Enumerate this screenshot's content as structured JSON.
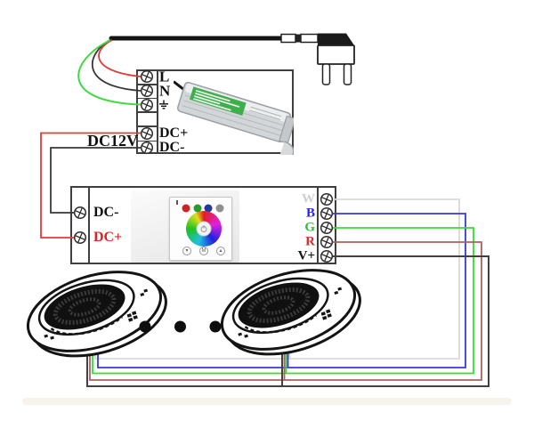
{
  "diagram": {
    "power_supply": {
      "terminals": {
        "line": "L",
        "neutral": "N",
        "dc_plus": "DC+",
        "dc_minus": "DC-"
      },
      "voltage_label": "DC12V"
    },
    "controller": {
      "inputs": {
        "dc_minus": "DC-",
        "dc_plus": "DC+"
      },
      "outputs": {
        "w": "W",
        "b": "B",
        "g": "G",
        "r": "R",
        "v_plus": "V+"
      },
      "touch_panel": {
        "mode_button": "M"
      }
    },
    "colors": {
      "ac_live": "#e23b3b",
      "ac_neutral": "#383838",
      "ac_earth": "#43d843",
      "dc_plus": "#e23b3b",
      "dc_minus": "#383838",
      "out_w": "#d9d9d9",
      "out_b": "#3737e2",
      "out_g": "#36dd36",
      "out_r": "#a96262",
      "out_v": "#414141",
      "label_w": "#cfcfcf",
      "label_b": "#2626dd",
      "label_g": "#2fbe2f",
      "label_r": "#d23131",
      "label_v": "#111111",
      "label_dc_plus_red": "#e02222"
    },
    "lights": {
      "count_shown": 2,
      "ellipsis_dots": 3
    }
  }
}
